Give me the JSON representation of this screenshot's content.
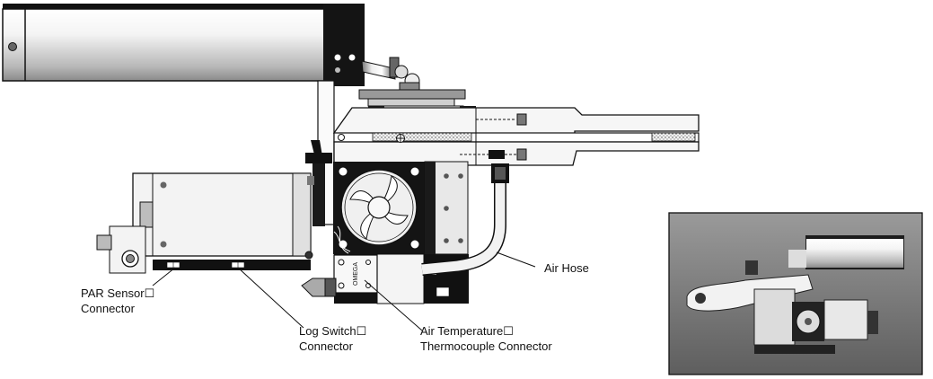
{
  "labels": {
    "par_sensor": [
      "PAR Sensor☐",
      "Connector"
    ],
    "log_switch": [
      "Log Switch☐",
      "Connector"
    ],
    "air_temperature": [
      "Air Temperature☐",
      "Thermocouple Connector"
    ],
    "air_hose": "Air Hose"
  },
  "connector_brand": "OMEGA",
  "colors": {
    "line": "#111111",
    "metal_light": "#e6e6e6",
    "metal_dark": "#1a1a1a",
    "photo_bg": "#7d7d7d"
  },
  "icons": [
    "fan-icon",
    "screw-icon",
    "bnc-connector-icon",
    "air-hose-icon"
  ]
}
